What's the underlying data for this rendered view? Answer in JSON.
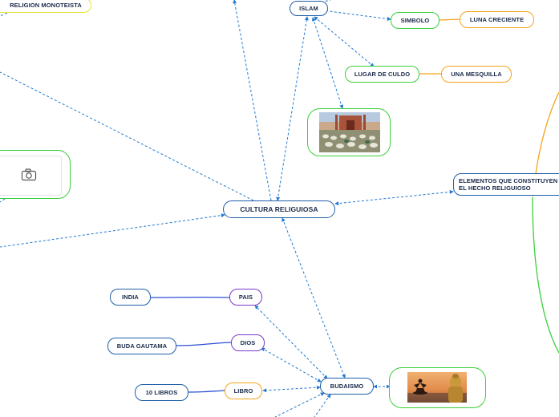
{
  "colors": {
    "blue": "#1f5ea8",
    "green": "#39d03a",
    "orange": "#f5a31a",
    "purple": "#7a3ac8",
    "yellow": "#e8e23a"
  },
  "nodes": {
    "central": "CULTURA RELIGUIOSA",
    "islam": "ISLAM",
    "simbolo": "SIMBOLO",
    "luna_creciente": "LUNA CRECIENTE",
    "lugar_de_culdo": "LUGAR DE CULDO",
    "una_mesquilla": "UNA MESQUILLA",
    "elementos": "ELEMENTOS QUE CONSTITUYEN EL HECHO RELIGUIOSO",
    "religion_monoteista": "RELIGION MONOTEISTA",
    "budaismo": "BUDAISMO",
    "pais": "PAIS",
    "india": "INDIA",
    "dios": "DIOS",
    "buda_gautama": "BUDA GAUTAMA",
    "libro": "LIBRO",
    "diez_libros": "10 LIBROS"
  },
  "images": {
    "mosque_photo": "mosque-prayer-photo",
    "buddha_photo": "buddha-meditation-photo",
    "placeholder_icon": "camera-icon"
  }
}
